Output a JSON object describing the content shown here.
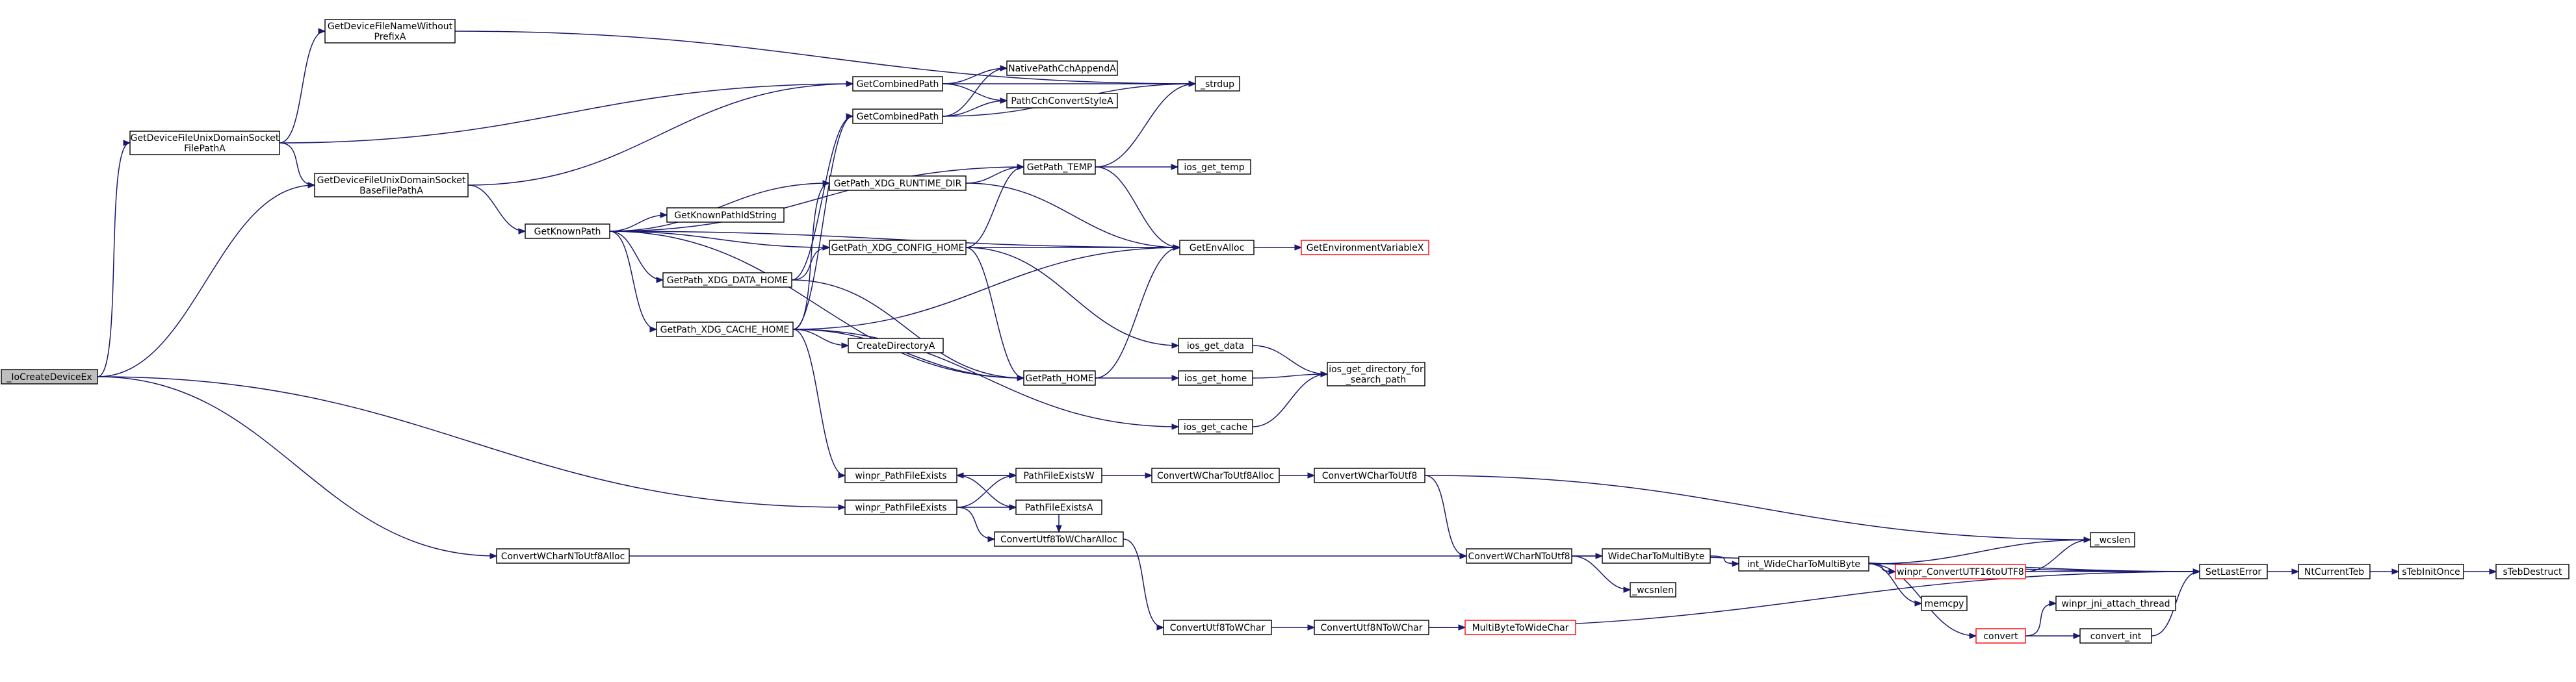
{
  "root": "_IoCreateDeviceEx",
  "nodes": [
    {
      "id": "root",
      "lines": [
        "_IoCreateDeviceEx"
      ],
      "root": true
    },
    {
      "id": "gdfudsfpa",
      "lines": [
        "GetDeviceFileUnixDomainSocket",
        "FilePathA"
      ]
    },
    {
      "id": "gdfnwp",
      "lines": [
        "GetDeviceFileNameWithout",
        "PrefixA"
      ]
    },
    {
      "id": "gdfudsbfpa",
      "lines": [
        "GetDeviceFileUnixDomainSocket",
        "BaseFilePathA"
      ]
    },
    {
      "id": "gcp1",
      "lines": [
        "GetCombinedPath"
      ]
    },
    {
      "id": "gcp2",
      "lines": [
        "GetCombinedPath"
      ]
    },
    {
      "id": "npcca",
      "lines": [
        "NativePathCchAppendA"
      ]
    },
    {
      "id": "pccsa",
      "lines": [
        "PathCchConvertStyleA"
      ]
    },
    {
      "id": "strdup",
      "lines": [
        "_strdup"
      ]
    },
    {
      "id": "gkp",
      "lines": [
        "GetKnownPath"
      ]
    },
    {
      "id": "gkpis",
      "lines": [
        "GetKnownPathIdString"
      ]
    },
    {
      "id": "xdgrun",
      "lines": [
        "GetPath_XDG_RUNTIME_DIR"
      ]
    },
    {
      "id": "gptemp",
      "lines": [
        "GetPath_TEMP"
      ]
    },
    {
      "id": "iostemp",
      "lines": [
        "ios_get_temp"
      ]
    },
    {
      "id": "xdgconf",
      "lines": [
        "GetPath_XDG_CONFIG_HOME"
      ]
    },
    {
      "id": "genvalloc",
      "lines": [
        "GetEnvAlloc"
      ]
    },
    {
      "id": "genvx",
      "lines": [
        "GetEnvironmentVariableX"
      ],
      "red": true
    },
    {
      "id": "xdgdata",
      "lines": [
        "GetPath_XDG_DATA_HOME"
      ]
    },
    {
      "id": "xdgcache",
      "lines": [
        "GetPath_XDG_CACHE_HOME"
      ]
    },
    {
      "id": "cdira",
      "lines": [
        "CreateDirectoryA"
      ]
    },
    {
      "id": "iosdata",
      "lines": [
        "ios_get_data"
      ]
    },
    {
      "id": "gphome",
      "lines": [
        "GetPath_HOME"
      ]
    },
    {
      "id": "ioshome",
      "lines": [
        "ios_get_home"
      ]
    },
    {
      "id": "iosdir",
      "lines": [
        "ios_get_directory_for",
        "_search_path"
      ]
    },
    {
      "id": "ioscache",
      "lines": [
        "ios_get_cache"
      ]
    },
    {
      "id": "wpfe1",
      "lines": [
        "winpr_PathFileExists"
      ]
    },
    {
      "id": "wpfe2",
      "lines": [
        "winpr_PathFileExists"
      ]
    },
    {
      "id": "pfew",
      "lines": [
        "PathFileExistsW"
      ]
    },
    {
      "id": "pfea",
      "lines": [
        "PathFileExistsA"
      ]
    },
    {
      "id": "cu8twca",
      "lines": [
        "ConvertUtf8ToWCharAlloc"
      ]
    },
    {
      "id": "cwctu8a",
      "lines": [
        "ConvertWCharToUtf8Alloc"
      ]
    },
    {
      "id": "cwctu8",
      "lines": [
        "ConvertWCharToUtf8"
      ]
    },
    {
      "id": "cwcntu8a",
      "lines": [
        "ConvertWCharNToUtf8Alloc"
      ]
    },
    {
      "id": "cwcntu8",
      "lines": [
        "ConvertWCharNToUtf8"
      ]
    },
    {
      "id": "wctmb",
      "lines": [
        "WideCharToMultiByte"
      ]
    },
    {
      "id": "iwctmb",
      "lines": [
        "int_WideCharToMultiByte"
      ]
    },
    {
      "id": "wcslen",
      "lines": [
        "_wcslen"
      ]
    },
    {
      "id": "wcsnlen",
      "lines": [
        "_wcsnlen"
      ]
    },
    {
      "id": "cu16tu8",
      "lines": [
        "winpr_ConvertUTF16toUTF8"
      ],
      "red": true
    },
    {
      "id": "memcpy",
      "lines": [
        "memcpy"
      ]
    },
    {
      "id": "convert",
      "lines": [
        "convert"
      ],
      "red": true
    },
    {
      "id": "jni",
      "lines": [
        "winpr_jni_attach_thread"
      ]
    },
    {
      "id": "convint",
      "lines": [
        "convert_int"
      ]
    },
    {
      "id": "setle",
      "lines": [
        "SetLastError"
      ]
    },
    {
      "id": "ntcteb",
      "lines": [
        "NtCurrentTeb"
      ]
    },
    {
      "id": "stebinit",
      "lines": [
        "sTebInitOnce"
      ]
    },
    {
      "id": "stebdes",
      "lines": [
        "sTebDestruct"
      ]
    },
    {
      "id": "cu8twc",
      "lines": [
        "ConvertUtf8ToWChar"
      ]
    },
    {
      "id": "cu8ntwc",
      "lines": [
        "ConvertUtf8NToWChar"
      ]
    },
    {
      "id": "mbtwc",
      "lines": [
        "MultiByteToWideChar"
      ],
      "red": true
    }
  ],
  "edges": [
    [
      "root",
      "gdfudsfpa"
    ],
    [
      "root",
      "gdfudsbfpa"
    ],
    [
      "root",
      "wpfe2"
    ],
    [
      "root",
      "cwcntu8a"
    ],
    [
      "gdfudsfpa",
      "gdfnwp"
    ],
    [
      "gdfudsfpa",
      "gcp1"
    ],
    [
      "gdfudsfpa",
      "gdfudsbfpa"
    ],
    [
      "gdfnwp",
      "strdup"
    ],
    [
      "gdfudsbfpa",
      "gcp1"
    ],
    [
      "gdfudsbfpa",
      "gkp"
    ],
    [
      "gcp1",
      "npcca"
    ],
    [
      "gcp1",
      "pccsa"
    ],
    [
      "gcp1",
      "strdup"
    ],
    [
      "gcp2",
      "npcca"
    ],
    [
      "gcp2",
      "pccsa"
    ],
    [
      "gcp2",
      "strdup"
    ],
    [
      "gkp",
      "gptemp"
    ],
    [
      "gkp",
      "xdgrun"
    ],
    [
      "gkp",
      "gkpis"
    ],
    [
      "gkp",
      "xdgconf"
    ],
    [
      "gkp",
      "genvalloc"
    ],
    [
      "gkp",
      "xdgdata"
    ],
    [
      "gkp",
      "xdgcache"
    ],
    [
      "gkp",
      "gphome"
    ],
    [
      "xdgrun",
      "gptemp"
    ],
    [
      "xdgrun",
      "genvalloc"
    ],
    [
      "gptemp",
      "strdup"
    ],
    [
      "gptemp",
      "iostemp"
    ],
    [
      "gptemp",
      "genvalloc"
    ],
    [
      "xdgconf",
      "gptemp"
    ],
    [
      "xdgconf",
      "genvalloc"
    ],
    [
      "xdgconf",
      "gphome"
    ],
    [
      "xdgconf",
      "iosdata"
    ],
    [
      "xdgdata",
      "xdgconf"
    ],
    [
      "xdgdata",
      "gcp2"
    ],
    [
      "xdgdata",
      "gphome"
    ],
    [
      "xdgcache",
      "gcp2"
    ],
    [
      "xdgcache",
      "xdgrun"
    ],
    [
      "xdgcache",
      "genvalloc"
    ],
    [
      "xdgcache",
      "cdira"
    ],
    [
      "xdgcache",
      "gphome"
    ],
    [
      "xdgcache",
      "ioscache"
    ],
    [
      "xdgcache",
      "wpfe1"
    ],
    [
      "genvalloc",
      "genvx"
    ],
    [
      "gphome",
      "genvalloc"
    ],
    [
      "gphome",
      "ioshome"
    ],
    [
      "iosdata",
      "iosdir"
    ],
    [
      "ioshome",
      "iosdir"
    ],
    [
      "ioscache",
      "iosdir"
    ],
    [
      "wpfe1",
      "pfew"
    ],
    [
      "wpfe1",
      "pfea"
    ],
    [
      "wpfe2",
      "pfew"
    ],
    [
      "wpfe2",
      "pfea"
    ],
    [
      "wpfe2",
      "cu8twca"
    ],
    [
      "pfew",
      "wpfe1"
    ],
    [
      "pfew",
      "cwctu8a"
    ],
    [
      "pfea",
      "cu8twca"
    ],
    [
      "cwctu8a",
      "cwctu8"
    ],
    [
      "cwctu8",
      "cwcntu8"
    ],
    [
      "cwctu8",
      "wcslen"
    ],
    [
      "cwcntu8a",
      "cwcntu8"
    ],
    [
      "cwcntu8",
      "wctmb"
    ],
    [
      "cwcntu8",
      "wcsnlen"
    ],
    [
      "cwcntu8",
      "setle"
    ],
    [
      "wctmb",
      "iwctmb"
    ],
    [
      "iwctmb",
      "wcslen"
    ],
    [
      "iwctmb",
      "cu16tu8"
    ],
    [
      "iwctmb",
      "memcpy"
    ],
    [
      "iwctmb",
      "convert"
    ],
    [
      "iwctmb",
      "setle"
    ],
    [
      "cu16tu8",
      "wcslen"
    ],
    [
      "cu16tu8",
      "setle"
    ],
    [
      "convert",
      "jni"
    ],
    [
      "convert",
      "convint"
    ],
    [
      "convint",
      "setle"
    ],
    [
      "setle",
      "ntcteb"
    ],
    [
      "ntcteb",
      "stebinit"
    ],
    [
      "stebinit",
      "stebdes"
    ],
    [
      "cu8twca",
      "cu8twc"
    ],
    [
      "cu8twc",
      "cu8ntwc"
    ],
    [
      "cu8ntwc",
      "mbtwc"
    ],
    [
      "cu8ntwc",
      "setle"
    ]
  ]
}
